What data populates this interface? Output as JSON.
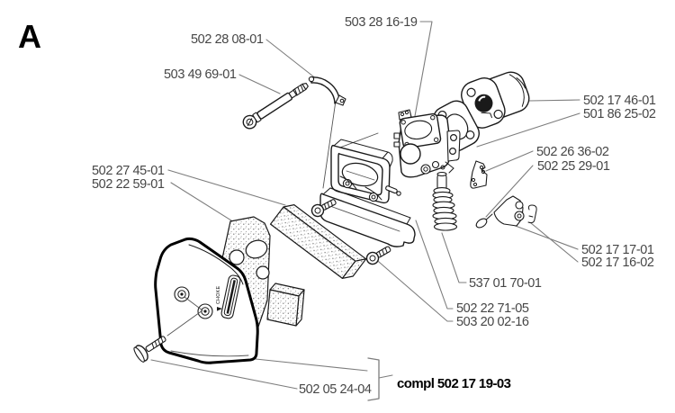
{
  "figure": {
    "section_label": "A"
  },
  "cover_marking": "CHOKE",
  "assembly_note": "compl 502 17 19-03",
  "callouts": {
    "clamp": "502 28 08-01",
    "choke_rod": "503 49 69-01",
    "carburetor": "503 28 16-19",
    "intake_spacer": "502 17 46-01",
    "gasket": "501 86 25-02",
    "throttle_bracket": "502 26 36-02",
    "choke_wire": "502 25 29-01",
    "air_filter": "502 27 45-01",
    "filter_plate": "502 22 59-01",
    "throttle_lever": "502 17 17-01",
    "lever_clip": "502 17 16-02",
    "bellows": "537 01 70-01",
    "filter_housing": "502 22 71-05",
    "filter_base": "503 20 02-16",
    "cover_screw": "502 05 24-04"
  },
  "colors": {
    "ink": "#1a1a1a",
    "label": "#464646",
    "leader": "#7d7d7d"
  }
}
